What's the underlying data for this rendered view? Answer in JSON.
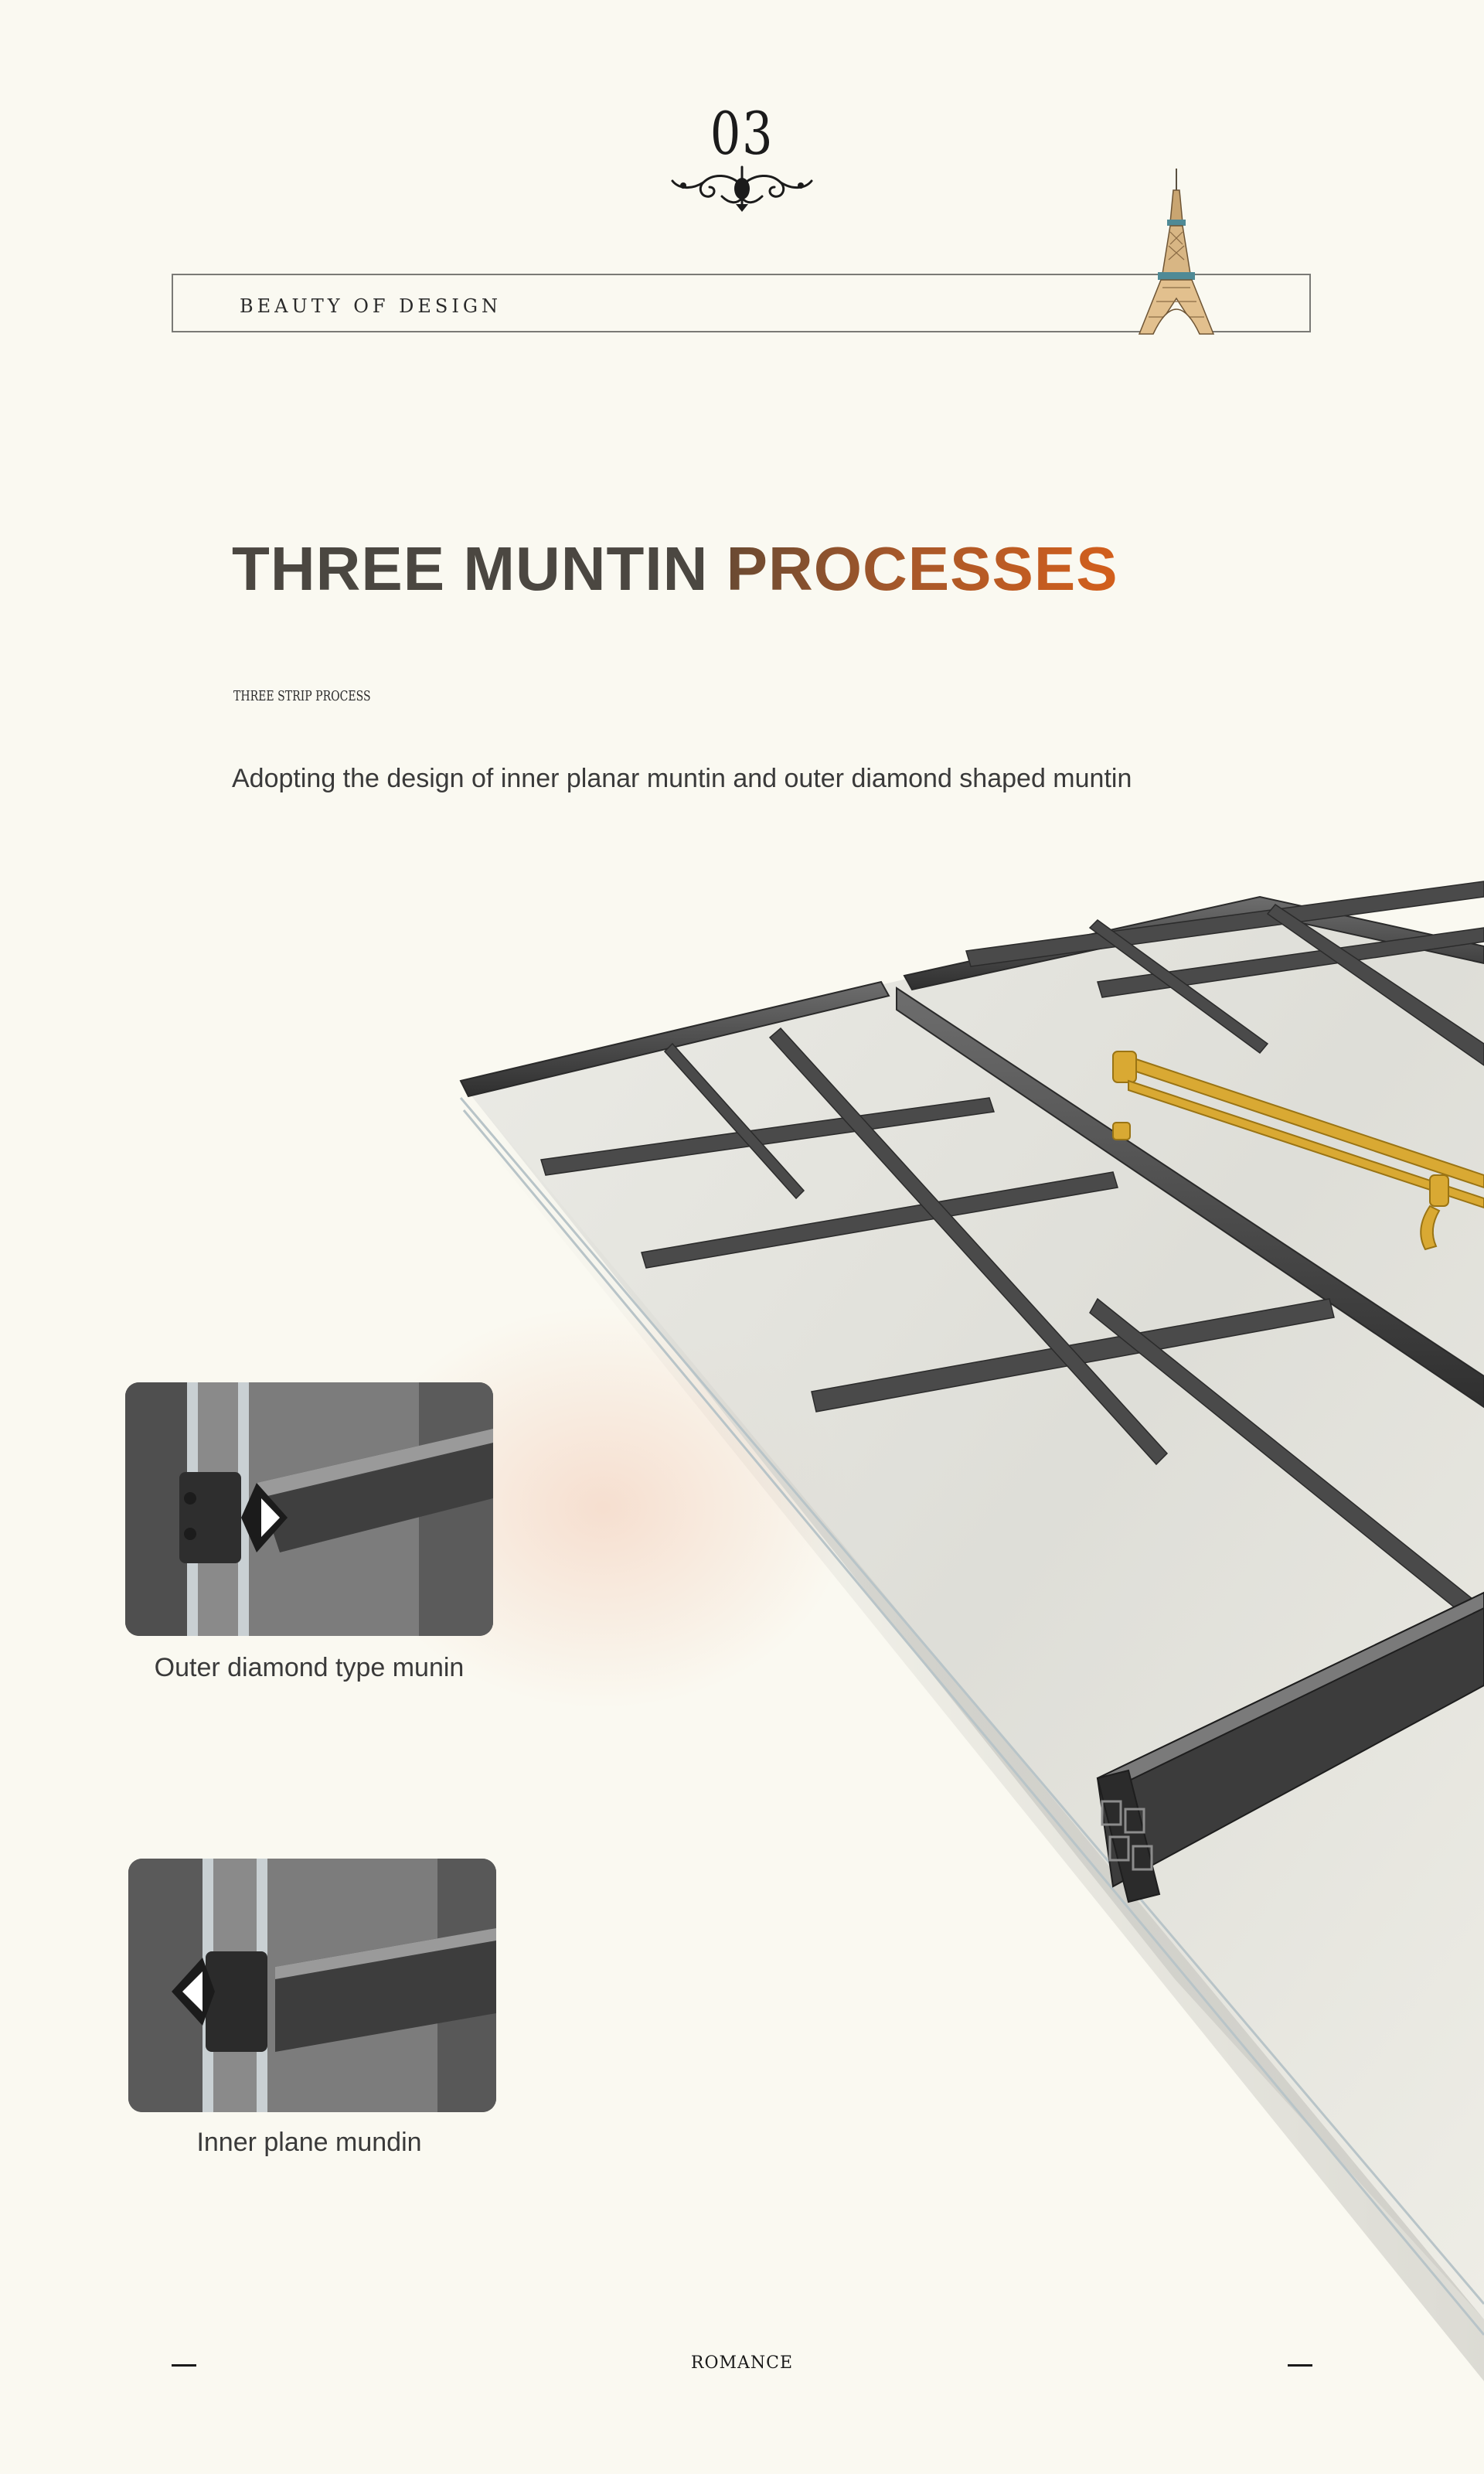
{
  "header": {
    "section_number": "03",
    "banner_label": "BEAUTY OF DESIGN"
  },
  "main": {
    "title_part1": "THREE MUNTIN",
    "title_part2": "PROCESSES",
    "subtitle": "THREE STRIP PROCESS",
    "description": "Adopting the design of inner planar muntin and outer diamond shaped muntin"
  },
  "details": [
    {
      "caption": "Outer diamond type munin"
    },
    {
      "caption": "Inner plane mundin"
    }
  ],
  "footer": {
    "label": "ROMANCE"
  },
  "colors": {
    "background": "#faf9f1",
    "title_dark": "#4b4741",
    "title_accent": "#d35f1c",
    "frame_gray": "#4a4a4a",
    "handle_gold": "#d9a933"
  },
  "icons": [
    "ornament-icon",
    "eiffel-tower-icon"
  ]
}
